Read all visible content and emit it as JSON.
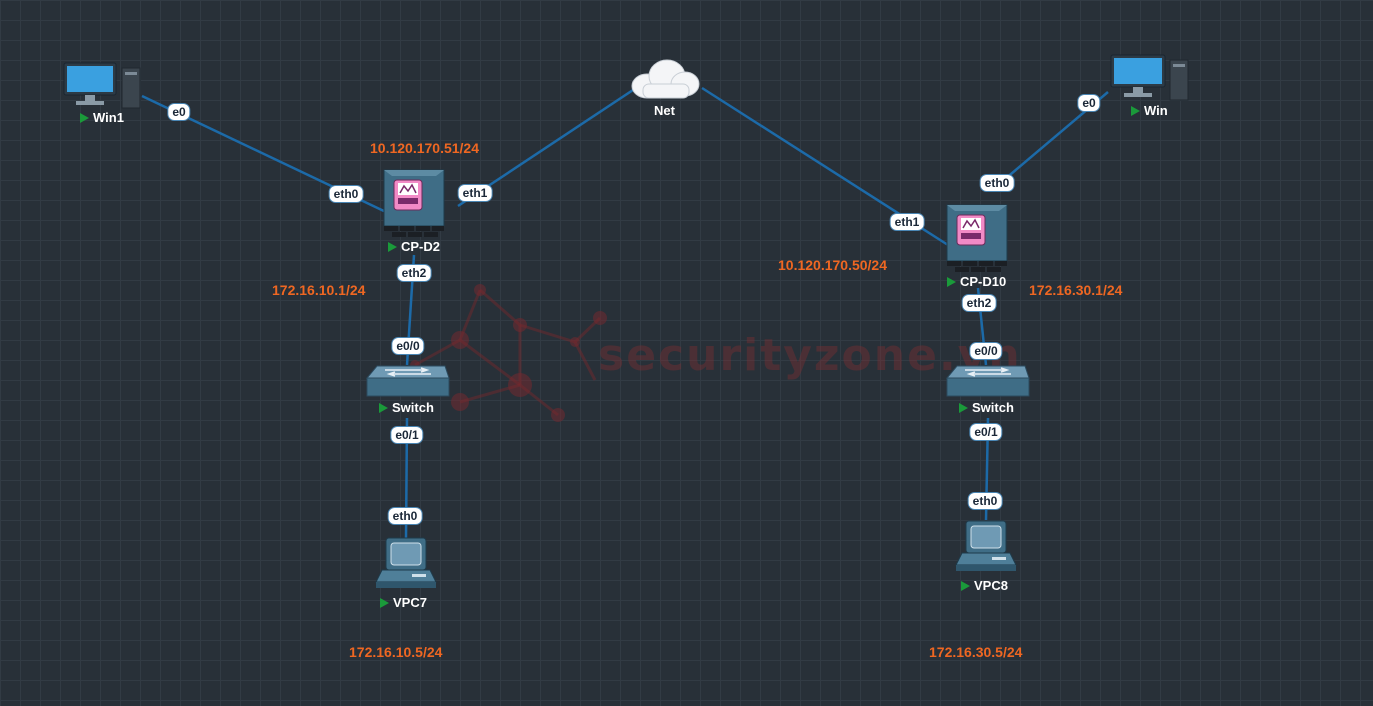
{
  "nodes": {
    "win1": {
      "label": "Win1"
    },
    "win": {
      "label": "Win"
    },
    "net": {
      "label": "Net"
    },
    "cpd2": {
      "label": "CP-D2"
    },
    "cpd10": {
      "label": "CP-D10"
    },
    "switch_left": {
      "label": "Switch"
    },
    "switch_right": {
      "label": "Switch"
    },
    "vpc7": {
      "label": "VPC7"
    },
    "vpc8": {
      "label": "VPC8"
    }
  },
  "interfaces": {
    "win1_e0": "e0",
    "cpd2_eth0": "eth0",
    "cpd2_eth1": "eth1",
    "cpd2_eth2": "eth2",
    "swl_e00": "e0/0",
    "swl_e01": "e0/1",
    "vpc7_eth0": "eth0",
    "win_e0": "e0",
    "cpd10_eth0": "eth0",
    "cpd10_eth1": "eth1",
    "cpd10_eth2": "eth2",
    "swr_e00": "e0/0",
    "swr_e01": "e0/1",
    "vpc8_eth0": "eth0"
  },
  "ip_labels": {
    "cpd2_ext": "10.120.170.51/24",
    "cpd2_int": "172.16.10.1/24",
    "cpd10_ext": "10.120.170.50/24",
    "cpd10_int": "172.16.30.1/24",
    "vpc7_ip": "172.16.10.5/24",
    "vpc8_ip": "172.16.30.5/24"
  },
  "watermark": "securityzone.vn",
  "colors": {
    "canvas": "#283038",
    "link": "#1c6aa8",
    "ip_text": "#ef6722",
    "node_running": "#1a9a3a"
  }
}
